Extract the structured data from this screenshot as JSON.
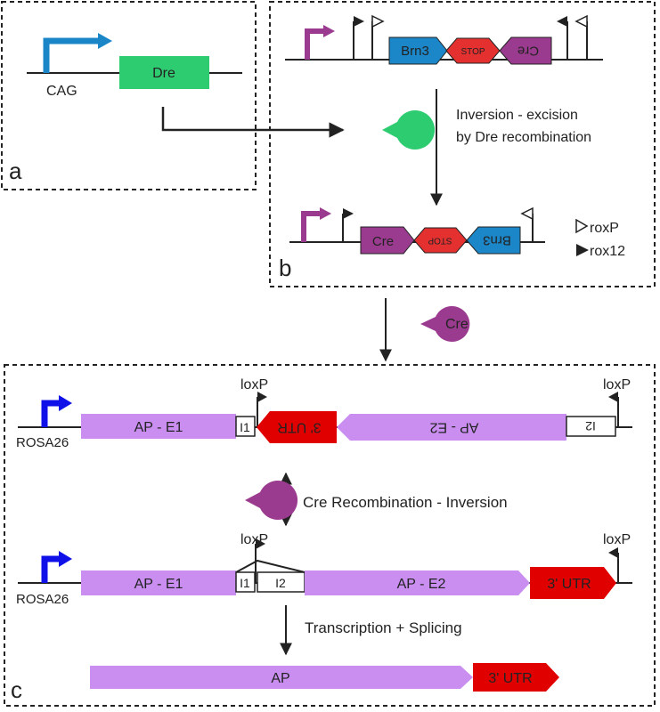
{
  "panels": {
    "a": {
      "label": "a",
      "promoter": "CAG",
      "gene": "Dre"
    },
    "b": {
      "label": "b",
      "top": {
        "gene1": "Brn3",
        "stop": "STOP",
        "gene2": "Cre"
      },
      "process": [
        "Inversion - excision",
        "by Dre recombination"
      ],
      "bottom": {
        "gene1": "Cre",
        "stop": "STOP",
        "gene2": "Brn3"
      },
      "legend": {
        "open": "roxP",
        "filled": "rox12"
      }
    },
    "arrow_label": "Cre",
    "c": {
      "label": "c",
      "top": {
        "promoter": "ROSA26",
        "exon1": "AP - E1",
        "intron1": "I1",
        "utr_inverted": "3' UTR",
        "exon2_inverted": "AP - E2",
        "intron2_inverted": "I2",
        "site_left": "loxP",
        "site_right": "loxP"
      },
      "process1": "Cre Recombination - Inversion",
      "middle": {
        "promoter": "ROSA26",
        "exon1": "AP - E1",
        "intron1": "I1",
        "intron2": "I2",
        "exon2": "AP - E2",
        "utr": "3' UTR",
        "site_left": "loxP",
        "site_right": "loxP"
      },
      "process2": "Transcription + Splicing",
      "bottom": {
        "transcript": "AP",
        "utr": "3' UTR"
      }
    }
  },
  "colors": {
    "blue_promoter": "#1a86c8",
    "dark_blue_promoter": "#1010e8",
    "green": "#2ecc71",
    "purple": "#9b3b8f",
    "blue_gene": "#1b86c8",
    "red": "#e02020",
    "lavender": "#c98ef0"
  }
}
